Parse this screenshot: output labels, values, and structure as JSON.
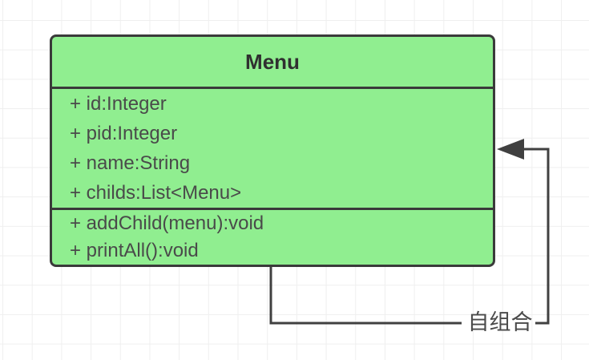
{
  "diagram": {
    "class": {
      "title": "Menu",
      "attributes": [
        "+ id:Integer",
        "+ pid:Integer",
        "+ name:String",
        "+ childs:List<Menu>"
      ],
      "methods": [
        "+ addChild(menu):void",
        "+ printAll():void"
      ]
    },
    "connector": {
      "label": "自组合"
    },
    "colors": {
      "class_fill": "#90ee90",
      "class_border": "#3a3a3a",
      "connector_line": "#404040",
      "title_text": "#303030",
      "body_text": "#4a4a4a",
      "grid_line": "#efefef",
      "background": "#ffffff"
    }
  }
}
